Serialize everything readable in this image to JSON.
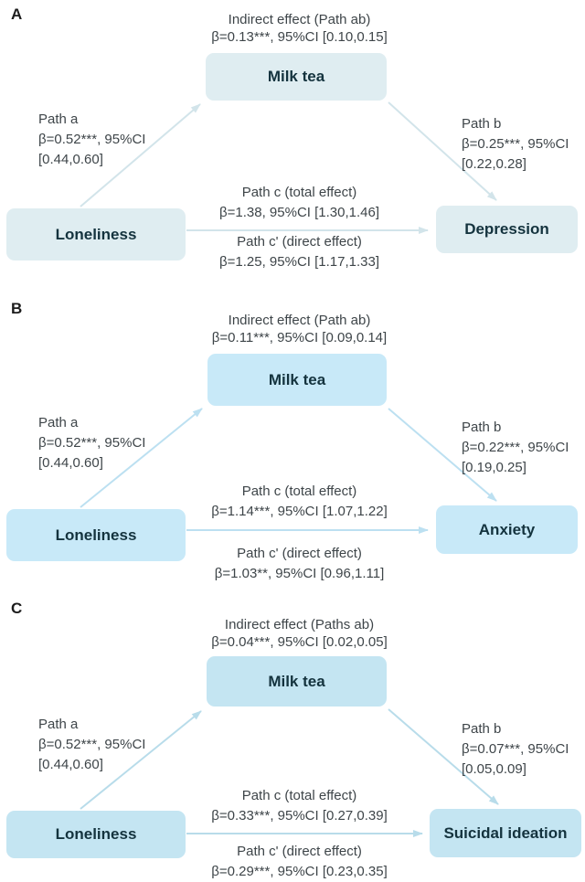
{
  "panels": [
    {
      "label": "A",
      "indirect": {
        "title": "Indirect effect (Path ab)",
        "estimate": "β=0.13***, 95%CI [0.10,0.15]"
      },
      "mediator": "Milk tea",
      "predictor": "Loneliness",
      "outcome": "Depression",
      "path_a": {
        "label": "Path a",
        "estimate": "β=0.52***, 95%CI",
        "ci": "[0.44,0.60]"
      },
      "path_b": {
        "label": "Path b",
        "estimate": "β=0.25***, 95%CI",
        "ci": "[0.22,0.28]"
      },
      "path_c": {
        "label": "Path c (total effect)",
        "estimate": "β=1.38, 95%CI [1.30,1.46]"
      },
      "path_c_prime": {
        "label": "Path c' (direct effect)",
        "estimate": "β=1.25, 95%CI [1.17,1.33]"
      },
      "colors": {
        "box": "#dfedf1",
        "arrow": "#d2e4ea"
      }
    },
    {
      "label": "B",
      "indirect": {
        "title": "Indirect effect (Path ab)",
        "estimate": "β=0.11***, 95%CI [0.09,0.14]"
      },
      "mediator": "Milk tea",
      "predictor": "Loneliness",
      "outcome": "Anxiety",
      "path_a": {
        "label": "Path a",
        "estimate": "β=0.52***, 95%CI",
        "ci": "[0.44,0.60]"
      },
      "path_b": {
        "label": "Path b",
        "estimate": "β=0.22***, 95%CI",
        "ci": "[0.19,0.25]"
      },
      "path_c": {
        "label": "Path c (total effect)",
        "estimate": "β=1.14***, 95%CI [1.07,1.22]"
      },
      "path_c_prime": {
        "label": "Path c' (direct effect)",
        "estimate": "β=1.03**, 95%CI [0.96,1.11]"
      },
      "colors": {
        "box": "#c8e9f8",
        "arrow": "#bce0f1"
      }
    },
    {
      "label": "C",
      "indirect": {
        "title": "Indirect effect (Paths ab)",
        "estimate": "β=0.04***, 95%CI [0.02,0.05]"
      },
      "mediator": "Milk tea",
      "predictor": "Loneliness",
      "outcome": "Suicidal ideation",
      "path_a": {
        "label": "Path a",
        "estimate": "β=0.52***, 95%CI",
        "ci": "[0.44,0.60]"
      },
      "path_b": {
        "label": "Path b",
        "estimate": "β=0.07***, 95%CI",
        "ci": "[0.05,0.09]"
      },
      "path_c": {
        "label": "Path c (total effect)",
        "estimate": "β=0.33***, 95%CI [0.27,0.39]"
      },
      "path_c_prime": {
        "label": "Path c' (direct effect)",
        "estimate": "β=0.29***, 95%CI [0.23,0.35]"
      },
      "colors": {
        "box": "#c4e5f2",
        "arrow": "#b8dcea"
      }
    }
  ]
}
